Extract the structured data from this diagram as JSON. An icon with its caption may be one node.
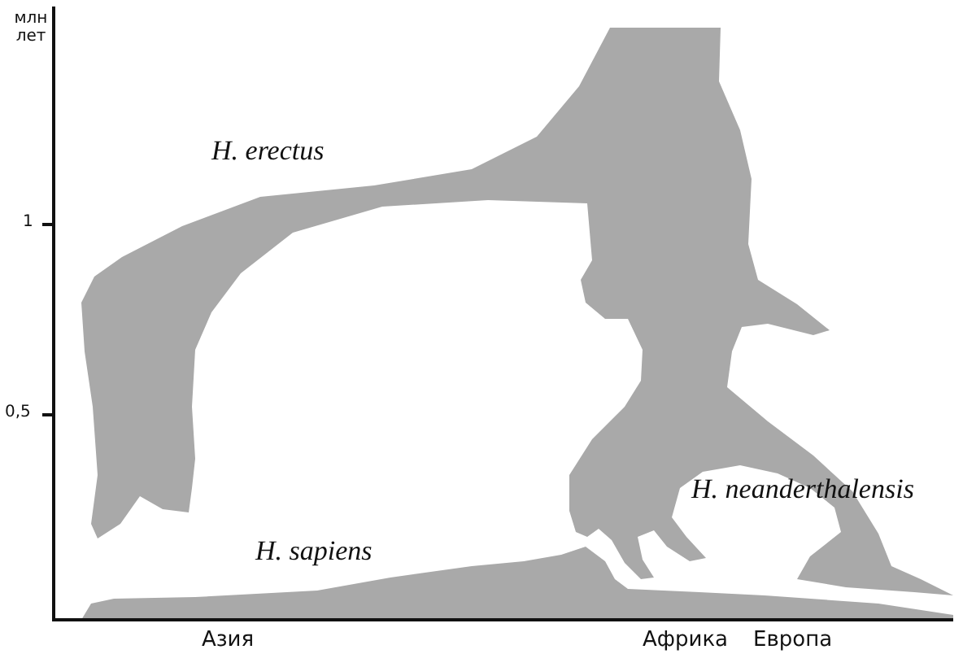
{
  "diagram": {
    "labels": [
      "млн лет",
      "H. erectus",
      "1",
      "0,5",
      "H. neanderthalensis",
      "H. sapiens",
      "Азия",
      "Африка",
      "Европа"
    ]
  }
}
